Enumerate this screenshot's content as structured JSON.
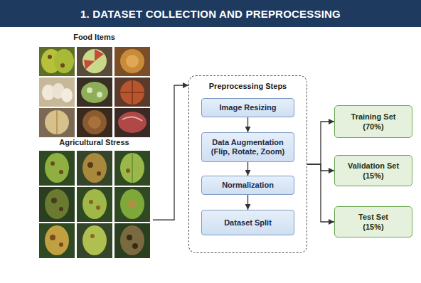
{
  "diagram": {
    "title": "1. DATASET COLLECTION AND PREPROCESSING",
    "nodes": [
      {
        "text": [
          "Food Items"
        ]
      },
      {
        "text": [
          "Agricultural Stress"
        ]
      },
      {
        "text": [
          "Preprocessing Steps"
        ]
      },
      {
        "text": [
          "Image Resizing"
        ],
        "in": 2
      },
      {
        "text": [
          "Data Augmentation (Flip, Rotate, Zoom)"
        ],
        "in": 2
      },
      {
        "text": [
          "Normalization"
        ],
        "in": 2
      },
      {
        "text": [
          "Dataset Split"
        ],
        "in": 2
      },
      {
        "text": [
          "Training Set (70%)"
        ]
      },
      {
        "text": [
          "Validation Set (15%)"
        ]
      },
      {
        "text": [
          "Test Set (15%)"
        ]
      }
    ],
    "edges": [
      {
        "from": 1,
        "to": 2,
        "arrow": "to"
      },
      {
        "from": 3,
        "to": 4,
        "arrow": "to"
      },
      {
        "from": 4,
        "to": 5,
        "arrow": "to"
      },
      {
        "from": 5,
        "to": 6,
        "arrow": "to"
      },
      {
        "from": 2,
        "to": 7,
        "arrow": "to"
      },
      {
        "from": 2,
        "to": 8,
        "arrow": "to"
      },
      {
        "from": 2,
        "to": 9,
        "arrow": "to"
      }
    ]
  }
}
